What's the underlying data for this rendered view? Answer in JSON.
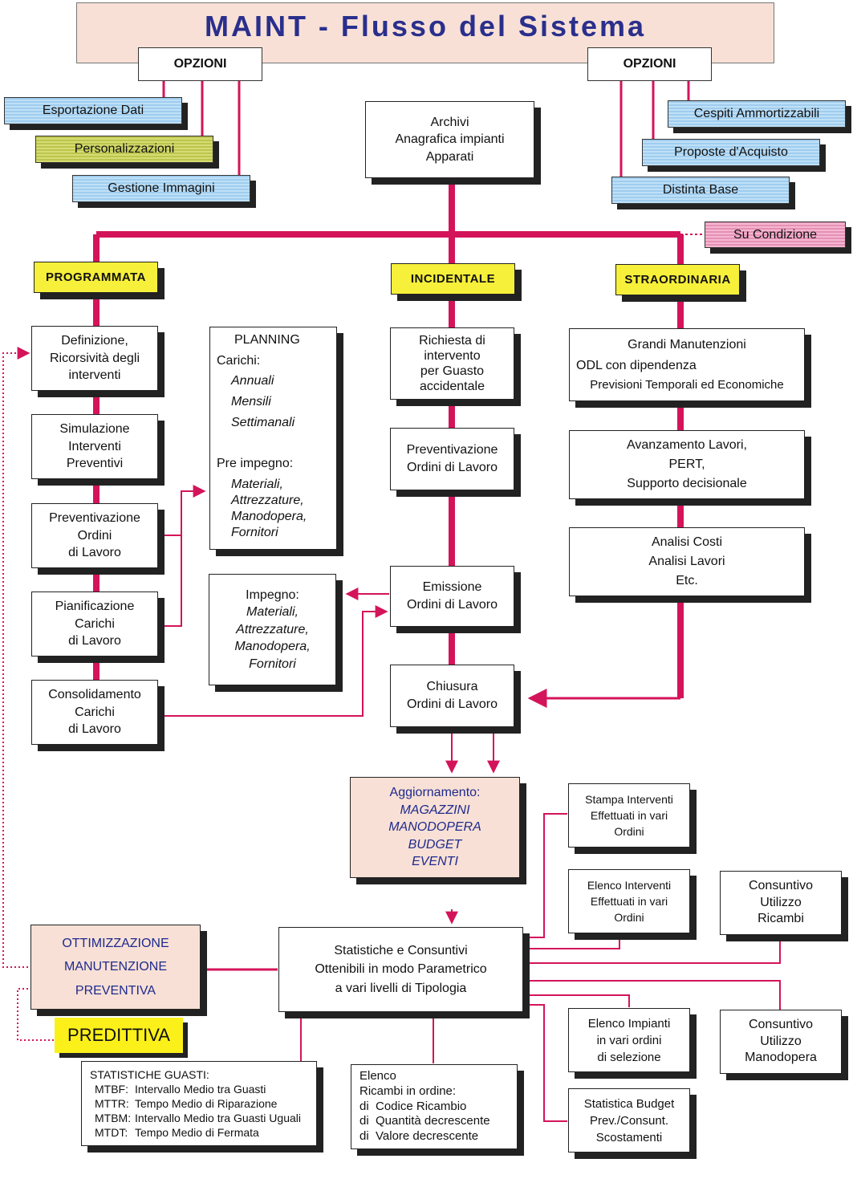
{
  "title": "MAINT - Flusso del Sistema",
  "options_label": "OPZIONI",
  "options_left": [
    "Esportazione Dati",
    "Personalizzazioni",
    "Gestione Immagini"
  ],
  "options_right": [
    "Cespiti Ammortizzabili",
    "Proposte d'Acquisto",
    "Distinta Base"
  ],
  "archivi": [
    "Archivi",
    "Anagrafica impianti",
    "Apparati"
  ],
  "su_condizione": "Su Condizione",
  "categories": {
    "programmata": "PROGRAMMATA",
    "incidentale": "INCIDENTALE",
    "straordinaria": "STRAORDINARIA"
  },
  "programmata_steps": [
    [
      "Definizione,",
      "Ricorsività degli",
      "interventi"
    ],
    [
      "Simulazione",
      "Interventi",
      "Preventivi"
    ],
    [
      "Preventivazione",
      "Ordini",
      "di Lavoro"
    ],
    [
      "Pianificazione",
      "Carichi",
      "di Lavoro"
    ],
    [
      "Consolidamento",
      "Carichi",
      "di Lavoro"
    ]
  ],
  "planning": {
    "title": "PLANNING",
    "carichi": "Carichi:",
    "carichi_items": [
      "Annuali",
      "Mensili",
      "Settimanali"
    ],
    "pre_impegno": "Pre impegno:",
    "pre_items": [
      "Materiali,",
      "Attrezzature,",
      "Manodopera,",
      "Fornitori"
    ]
  },
  "impegno": {
    "title": "Impegno:",
    "items": [
      "Materiali,",
      "Attrezzature,",
      "Manodopera,",
      "Fornitori"
    ]
  },
  "incidentale_steps": [
    [
      "Richiesta di",
      "intervento",
      "per Guasto",
      "accidentale"
    ],
    [
      "Preventivazione",
      "Ordini di Lavoro"
    ],
    [
      "Emissione",
      "Ordini di Lavoro"
    ],
    [
      "Chiusura",
      "Ordini di Lavoro"
    ]
  ],
  "straordinaria_steps": [
    [
      "Grandi Manutenzioni",
      "ODL con dipendenza",
      "Previsioni Temporali ed Economiche"
    ],
    [
      "Avanzamento Lavori,",
      "PERT,",
      "Supporto decisionale"
    ],
    [
      "Analisi Costi",
      "Analisi Lavori",
      "Etc."
    ]
  ],
  "aggiornamento": {
    "title": "Aggiornamento:",
    "items": [
      "MAGAZZINI",
      "MANODOPERA",
      "BUDGET",
      "EVENTI"
    ]
  },
  "stampa": [
    "Stampa Interventi",
    "Effettuati in vari",
    "Ordini"
  ],
  "elenco_interventi": [
    "Elenco Interventi",
    "Effettuati in vari",
    "Ordini"
  ],
  "consuntivo_ricambi": [
    "Consuntivo",
    "Utilizzo",
    "Ricambi"
  ],
  "statistiche": [
    "Statistiche e Consuntivi",
    "Ottenibili in modo Parametrico",
    "a vari livelli di Tipologia"
  ],
  "ottimizzazione": [
    "OTTIMIZZAZIONE",
    "MANUTENZIONE",
    "PREVENTIVA"
  ],
  "predittiva": "PREDITTIVA",
  "elenco_impianti": [
    "Elenco Impianti",
    "in vari ordini",
    "di selezione"
  ],
  "consuntivo_manodopera": [
    "Consuntivo",
    "Utilizzo",
    "Manodopera"
  ],
  "statistiche_guasti": {
    "title": "STATISTICHE GUASTI:",
    "rows": [
      {
        "code": "MTBF:",
        "desc": "Intervallo Medio tra Guasti"
      },
      {
        "code": "MTTR:",
        "desc": "Tempo Medio di Riparazione"
      },
      {
        "code": "MTBM:",
        "desc": "Intervallo Medio tra Guasti Uguali"
      },
      {
        "code": "MTDT:",
        "desc": "Tempo Medio di Fermata"
      }
    ]
  },
  "elenco_ricambi": [
    "Elenco",
    "Ricambi in ordine:",
    "di  Codice Ricambio",
    "di  Quantità decrescente",
    "di  Valore decrescente"
  ],
  "statistica_budget": [
    "Statistica Budget",
    "Prev./Consunt.",
    "Scostamenti"
  ],
  "colors": {
    "accent": "#d4145a",
    "title": "#2a2f8c",
    "category": "#f7f03a"
  }
}
